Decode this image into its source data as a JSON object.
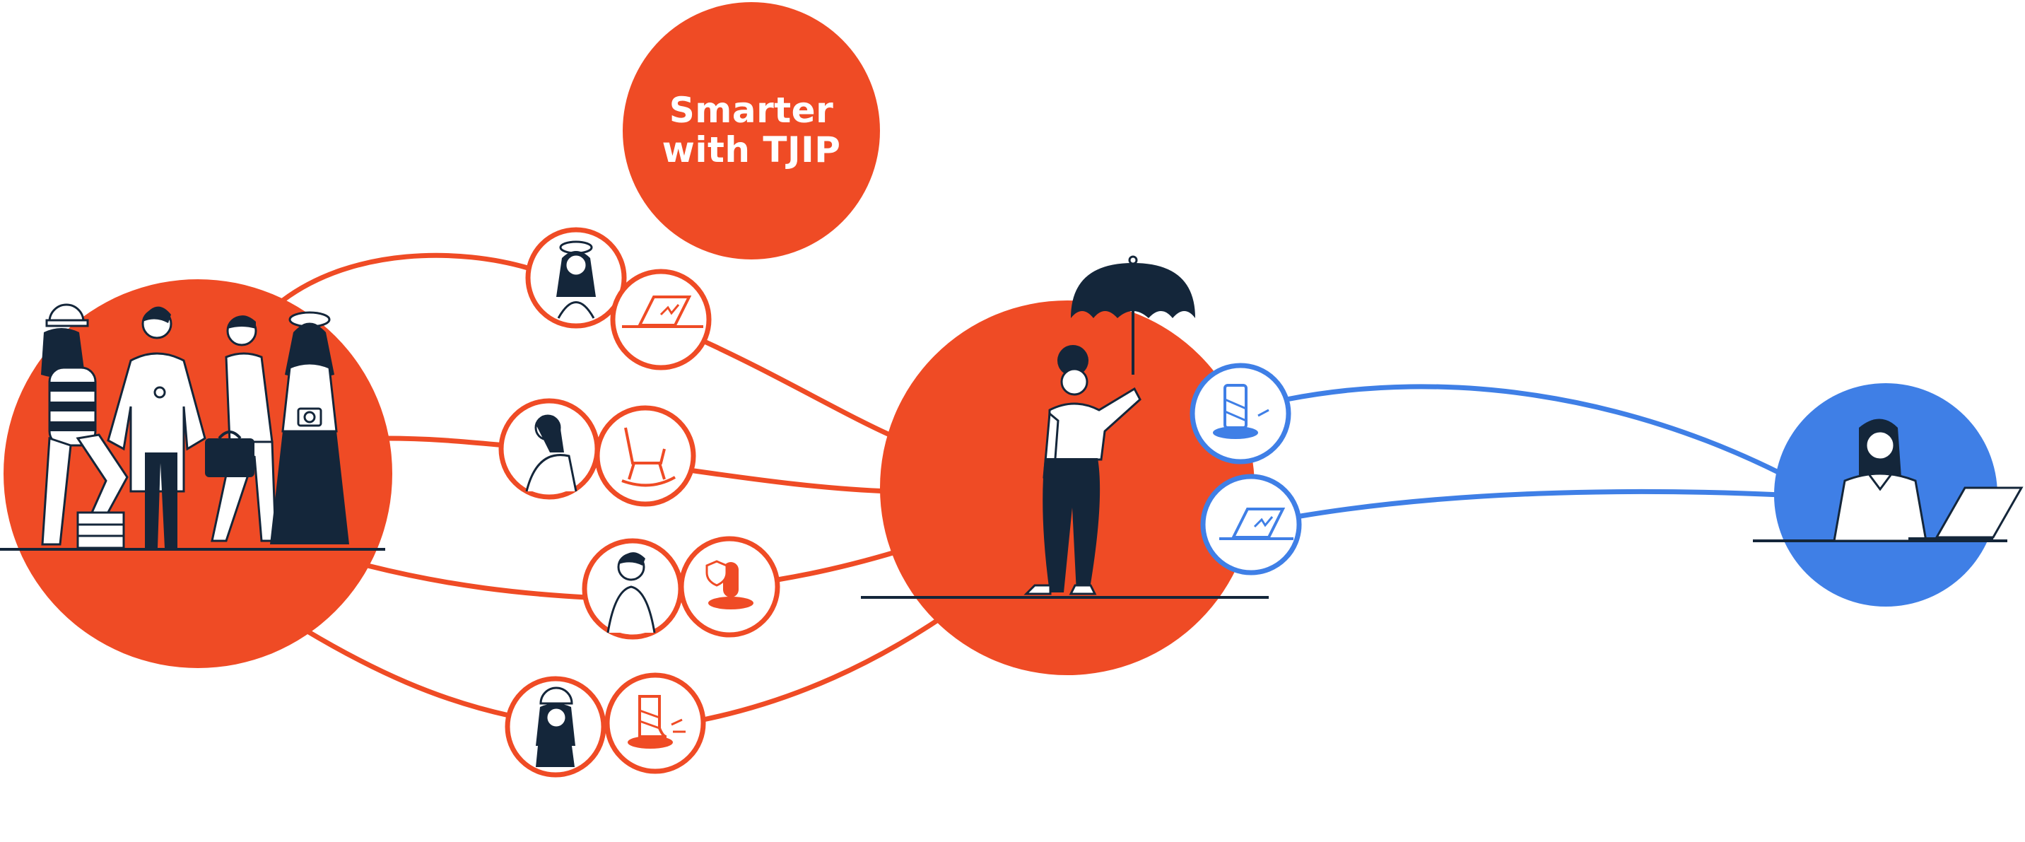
{
  "title": {
    "line1": "Smarter",
    "line2": "with TJIP"
  },
  "colors": {
    "orange": "#ef4b25",
    "navy": "#14263a",
    "blue": "#3f7fe6",
    "white": "#ffffff"
  },
  "nodes": {
    "group": "people-group",
    "insurer": "insurer-with-umbrella",
    "customer": "customer-at-laptop"
  },
  "connector_icons": [
    [
      "beret-woman-icon",
      "laptop-damage-icon"
    ],
    [
      "older-man-icon",
      "rocking-chair-icon"
    ],
    [
      "doctor-icon",
      "health-pill-icon"
    ],
    [
      "helmet-worker-icon",
      "leg-cast-icon"
    ]
  ],
  "customer_icons": [
    "leg-cast-icon",
    "laptop-damage-icon"
  ]
}
